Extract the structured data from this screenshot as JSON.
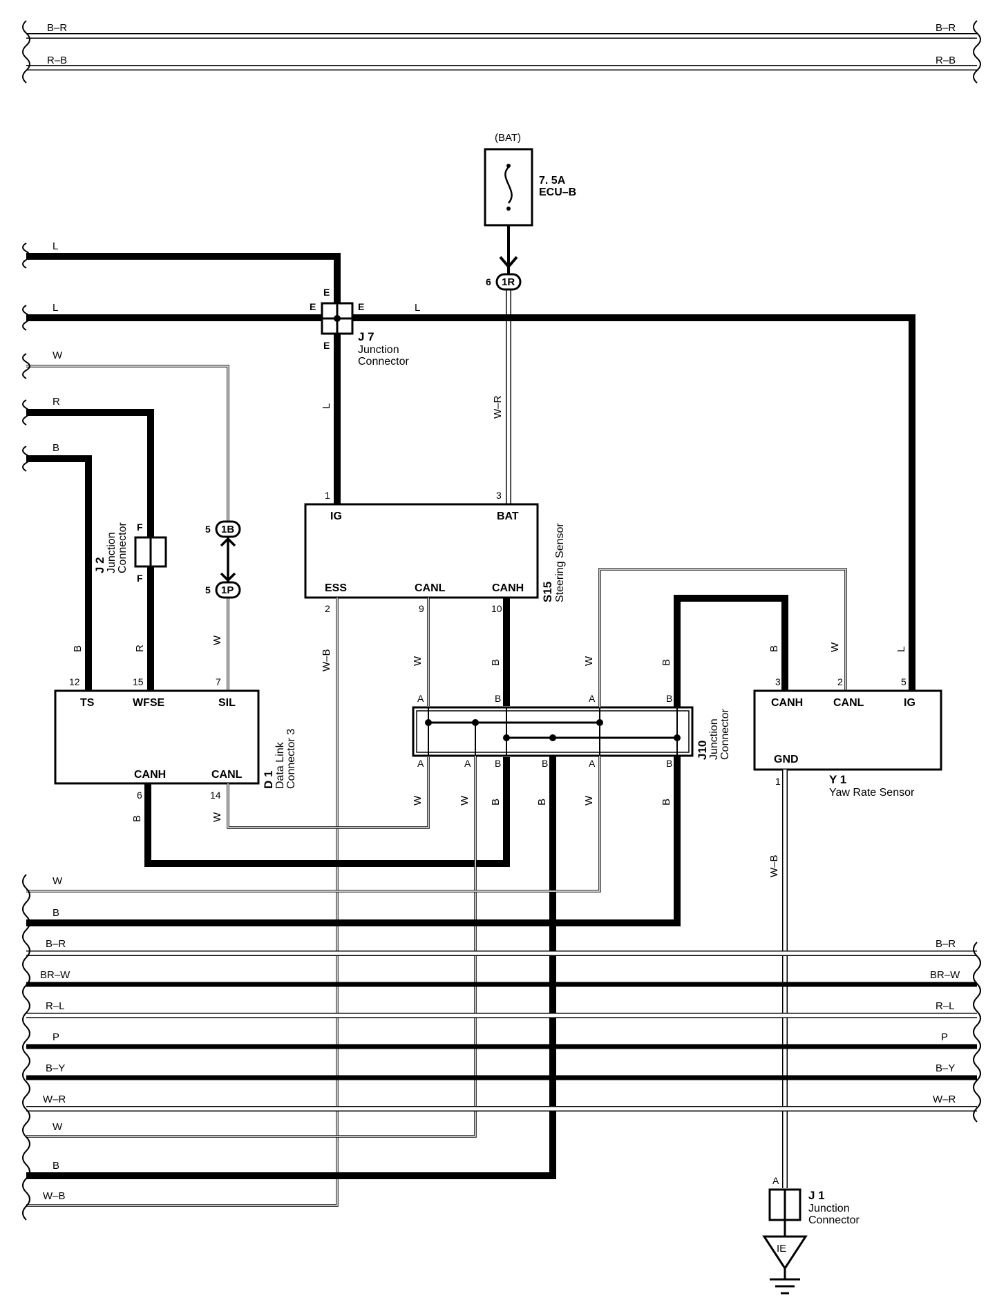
{
  "wire_colors": {
    "top_bus": [
      "B–R",
      "R–B"
    ],
    "left_inputs": [
      "L",
      "L",
      "W",
      "R",
      "B"
    ],
    "bottom_bus": [
      "W",
      "B",
      "B–R",
      "BR–W",
      "R–L",
      "P",
      "B–Y",
      "W–R",
      "W",
      "B",
      "W–B"
    ],
    "bottom_bus_right": [
      "B–R",
      "BR–W",
      "R–L",
      "P",
      "B–Y",
      "W–R"
    ],
    "vertical": {
      "j7_down": "L",
      "bat_feed": "W–R",
      "j2_wire_b": "B",
      "j2_wire_r": "R",
      "sil_wire": "W",
      "ess_wire": "W–B",
      "canl_wire": "W",
      "canh_wire": "B",
      "j10_w_top": "W",
      "j10_b_top": "B",
      "y1_canh": "B",
      "y1_canl": "W",
      "y1_ig": "L",
      "y1_gnd": "W–B",
      "d1_canh": "B",
      "d1_canl": "W",
      "j10_bottom": [
        "W",
        "W",
        "B",
        "B",
        "W",
        "B"
      ],
      "j7_right": "L"
    }
  },
  "fuse": {
    "supply": "(BAT)",
    "rating": "7. 5A",
    "name": "ECU–B"
  },
  "in_line_connectors": {
    "c1r": {
      "pin": "6",
      "code": "1R"
    },
    "c1b": {
      "pin": "5",
      "code": "1B"
    },
    "c1p": {
      "pin": "5",
      "code": "1P"
    }
  },
  "j7": {
    "id": "J 7",
    "desc1": "Junction",
    "desc2": "Connector",
    "pin": "E"
  },
  "j2": {
    "id": "J 2",
    "desc1": "Junction",
    "desc2": "Connector",
    "pin": "F"
  },
  "steering_sensor": {
    "id": "S15",
    "desc": "Steering Sensor",
    "terminals": {
      "ig": "IG",
      "bat": "BAT",
      "ess": "ESS",
      "canl": "CANL",
      "canh": "CANH"
    },
    "pins": {
      "ig": "1",
      "bat": "3",
      "ess": "2",
      "canl": "9",
      "canh": "10"
    }
  },
  "dlc": {
    "id": "D 1",
    "desc1": "Data Link",
    "desc2": "Connector 3",
    "terminals": {
      "ts": "TS",
      "wfse": "WFSE",
      "sil": "SIL",
      "canh": "CANH",
      "canl": "CANL"
    },
    "pins": {
      "ts": "12",
      "wfse": "15",
      "sil": "7",
      "canh": "6",
      "canl": "14"
    }
  },
  "j10": {
    "id": "J10",
    "desc1": "Junction",
    "desc2": "Connector",
    "top_pins": [
      "A",
      "B",
      "A",
      "B"
    ],
    "bottom_pins": [
      "A",
      "A",
      "B",
      "B",
      "A",
      "B"
    ]
  },
  "yaw_sensor": {
    "id": "Y 1",
    "desc": "Yaw Rate Sensor",
    "terminals": {
      "canh": "CANH",
      "canl": "CANL",
      "ig": "IG",
      "gnd": "GND"
    },
    "pins": {
      "canh": "3",
      "canl": "2",
      "ig": "5",
      "gnd": "1"
    }
  },
  "j1": {
    "id": "J 1",
    "desc1": "Junction",
    "desc2": "Connector",
    "pin": "A"
  },
  "ground": {
    "code": "IE"
  }
}
